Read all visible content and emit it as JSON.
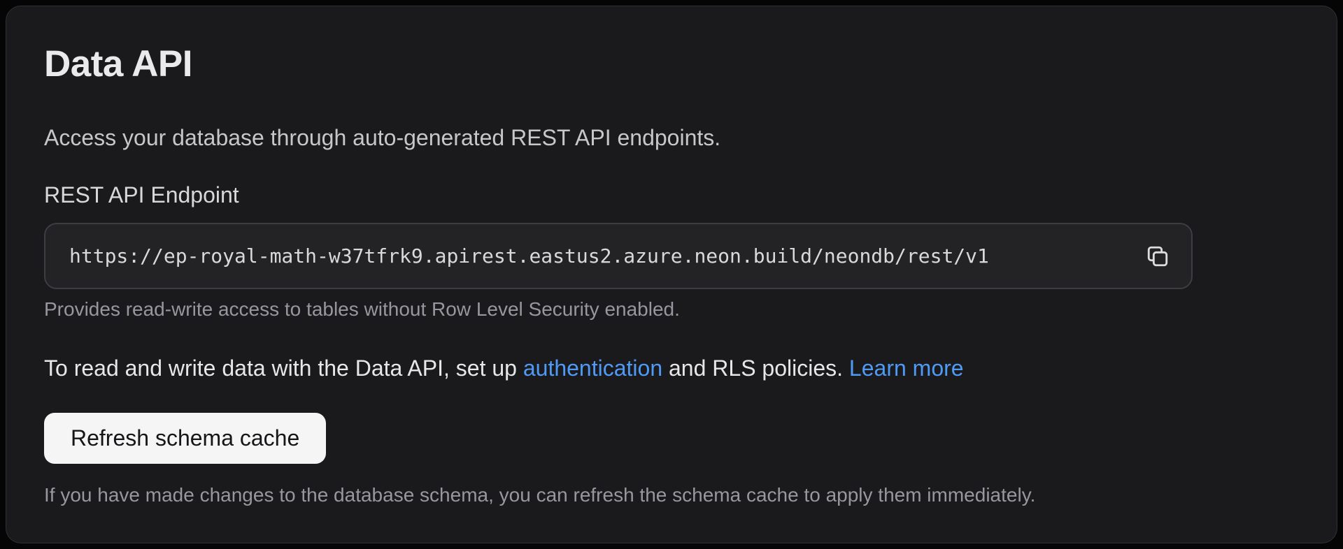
{
  "panel": {
    "title": "Data API",
    "description": "Access your database through auto-generated REST API endpoints.",
    "endpoint": {
      "label": "REST API Endpoint",
      "url": "https://ep-royal-math-w37tfrk9.apirest.eastus2.azure.neon.build/neondb/rest/v1",
      "copy_icon": "copy-icon",
      "helper": "Provides read-write access to tables without Row Level Security enabled."
    },
    "rls_note": {
      "prefix": "To read and write data with the Data API, set up ",
      "authentication_link": "authentication",
      "middle": " and RLS policies. ",
      "learn_more_link": "Learn more"
    },
    "refresh": {
      "button_label": "Refresh schema cache",
      "helper": "If you have made changes to the database schema, you can refresh the schema cache to apply them immediately."
    }
  },
  "colors": {
    "page_bg": "#050506",
    "panel_bg": "#1a1a1c",
    "panel_border": "#303033",
    "field_bg": "#232326",
    "field_border": "#3e3e42",
    "link_blue": "#4e9af4",
    "button_bg": "#f5f5f6",
    "button_text": "#161618",
    "text_primary": "#eaeaec",
    "text_secondary": "#c7c7ca",
    "text_muted": "#97979d",
    "icon": "#dcdcde"
  }
}
